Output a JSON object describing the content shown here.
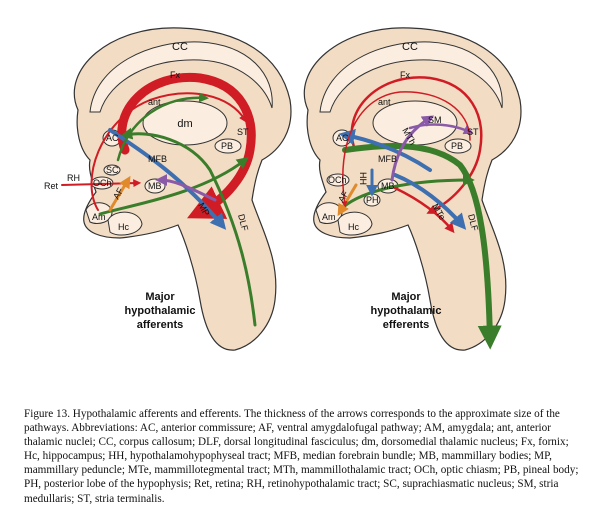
{
  "left_panel": {
    "title_lines": [
      "Major",
      "hypothalamic",
      "afferents"
    ],
    "labels": {
      "cc": "CC",
      "fx": "Fx",
      "ant": "ant",
      "dm": "dm",
      "st": "ST",
      "ac": "AC",
      "mfb": "MFB",
      "pb": "PB",
      "sc": "SC",
      "och": "OCh",
      "rh": "RH",
      "ret": "Ret",
      "mb": "MB",
      "af": "AF",
      "am": "Am",
      "hc": "Hc",
      "mp": "MP",
      "dlf": "DLF"
    }
  },
  "right_panel": {
    "title_lines": [
      "Major",
      "hypothalamic",
      "efferents"
    ],
    "labels": {
      "cc": "CC",
      "fx": "Fx",
      "ant": "ant",
      "sm": "SM",
      "mth": "MTh",
      "st": "ST",
      "ac": "AC",
      "mfb": "MFB",
      "pb": "PB",
      "och": "OCh",
      "hh": "HH",
      "mb": "MB",
      "ph": "PH",
      "af": "AF",
      "mte": "MTe",
      "am": "Am",
      "hc": "Hc",
      "dlf": "DLF"
    }
  },
  "caption": "Figure 13. Hypothalamic afferents and efferents. The thickness of the arrows corresponds to the approximate size of the pathways. Abbreviations: AC, anterior commissure; AF, ventral amygdalofugal pathway; AM, amygdala; ant, anterior thalamic nuclei; CC, corpus callosum; DLF, dorsal longitudinal fasciculus; dm, dorsomedial thalamic nucleus; Fx, fornix; Hc, hippocampus; HH, hypothalamohypophyseal tract; MFB, median forebrain bundle; MB, mammillary bodies; MP, mammillary peduncle; MTe, mammillotegmental tract; MTh, mammillothalamic tract; OCh, optic chiasm; PB, pineal body; PH, posterior lobe of the hypophysis; Ret, retina; RH, retinohypothalamic tract; SC, suprachiasmatic nucleus; SM, stria medullaris; ST, stria terminalis.",
  "colors": {
    "tissue": "#f2dcc4",
    "outline": "#333333",
    "red": "#d01c24",
    "green": "#3a7d2a",
    "blue": "#3e6fb0",
    "orange": "#e08a2c",
    "purple": "#8a5aa8"
  }
}
